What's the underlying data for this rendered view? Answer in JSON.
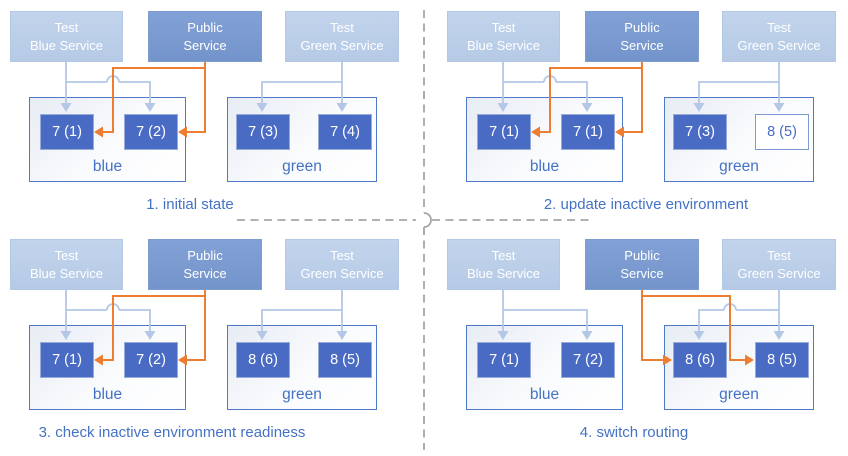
{
  "colors": {
    "accent_blue": "#4472c4",
    "pod_fill": "#4a6bc4",
    "service_light_fill": "#bdd0e9",
    "service_public_fill": "#7b9bd2",
    "connector_light_blue": "#b4c7e7",
    "connector_orange": "#ed7d31",
    "divider_gray": "#a6a6a6"
  },
  "panels": [
    {
      "caption": "1. initial state",
      "services": [
        {
          "line1": "Test",
          "line2": "Blue Service"
        },
        {
          "line1": "Public",
          "line2": "Service"
        },
        {
          "line1": "Test",
          "line2": "Green Service"
        }
      ],
      "environments": [
        {
          "name": "blue",
          "pods": [
            {
              "label": "7 (1)",
              "outline": false
            },
            {
              "label": "7 (2)",
              "outline": false
            }
          ]
        },
        {
          "name": "green",
          "pods": [
            {
              "label": "7 (3)",
              "outline": false
            },
            {
              "label": "7 (4)",
              "outline": false
            }
          ]
        }
      ]
    },
    {
      "caption": "2. update inactive environment",
      "services": [
        {
          "line1": "Test",
          "line2": "Blue Service"
        },
        {
          "line1": "Public",
          "line2": "Service"
        },
        {
          "line1": "Test",
          "line2": "Green Service"
        }
      ],
      "environments": [
        {
          "name": "blue",
          "pods": [
            {
              "label": "7 (1)",
              "outline": false
            },
            {
              "label": "7 (1)",
              "outline": false
            }
          ]
        },
        {
          "name": "green",
          "pods": [
            {
              "label": "7 (3)",
              "outline": false
            },
            {
              "label": "8 (5)",
              "outline": true
            }
          ]
        }
      ]
    },
    {
      "caption": "3. check inactive environment readiness",
      "services": [
        {
          "line1": "Test",
          "line2": "Blue Service"
        },
        {
          "line1": "Public",
          "line2": "Service"
        },
        {
          "line1": "Test",
          "line2": "Green Service"
        }
      ],
      "environments": [
        {
          "name": "blue",
          "pods": [
            {
              "label": "7 (1)",
              "outline": false
            },
            {
              "label": "7 (2)",
              "outline": false
            }
          ]
        },
        {
          "name": "green",
          "pods": [
            {
              "label": "8 (6)",
              "outline": false
            },
            {
              "label": "8 (5)",
              "outline": false
            }
          ]
        }
      ]
    },
    {
      "caption": "4. switch routing",
      "services": [
        {
          "line1": "Test",
          "line2": "Blue Service"
        },
        {
          "line1": "Public",
          "line2": "Service"
        },
        {
          "line1": "Test",
          "line2": "Green Service"
        }
      ],
      "environments": [
        {
          "name": "blue",
          "pods": [
            {
              "label": "7 (1)",
              "outline": false
            },
            {
              "label": "7 (2)",
              "outline": false
            }
          ]
        },
        {
          "name": "green",
          "pods": [
            {
              "label": "8 (6)",
              "outline": false
            },
            {
              "label": "8 (5)",
              "outline": false
            }
          ]
        }
      ]
    }
  ]
}
